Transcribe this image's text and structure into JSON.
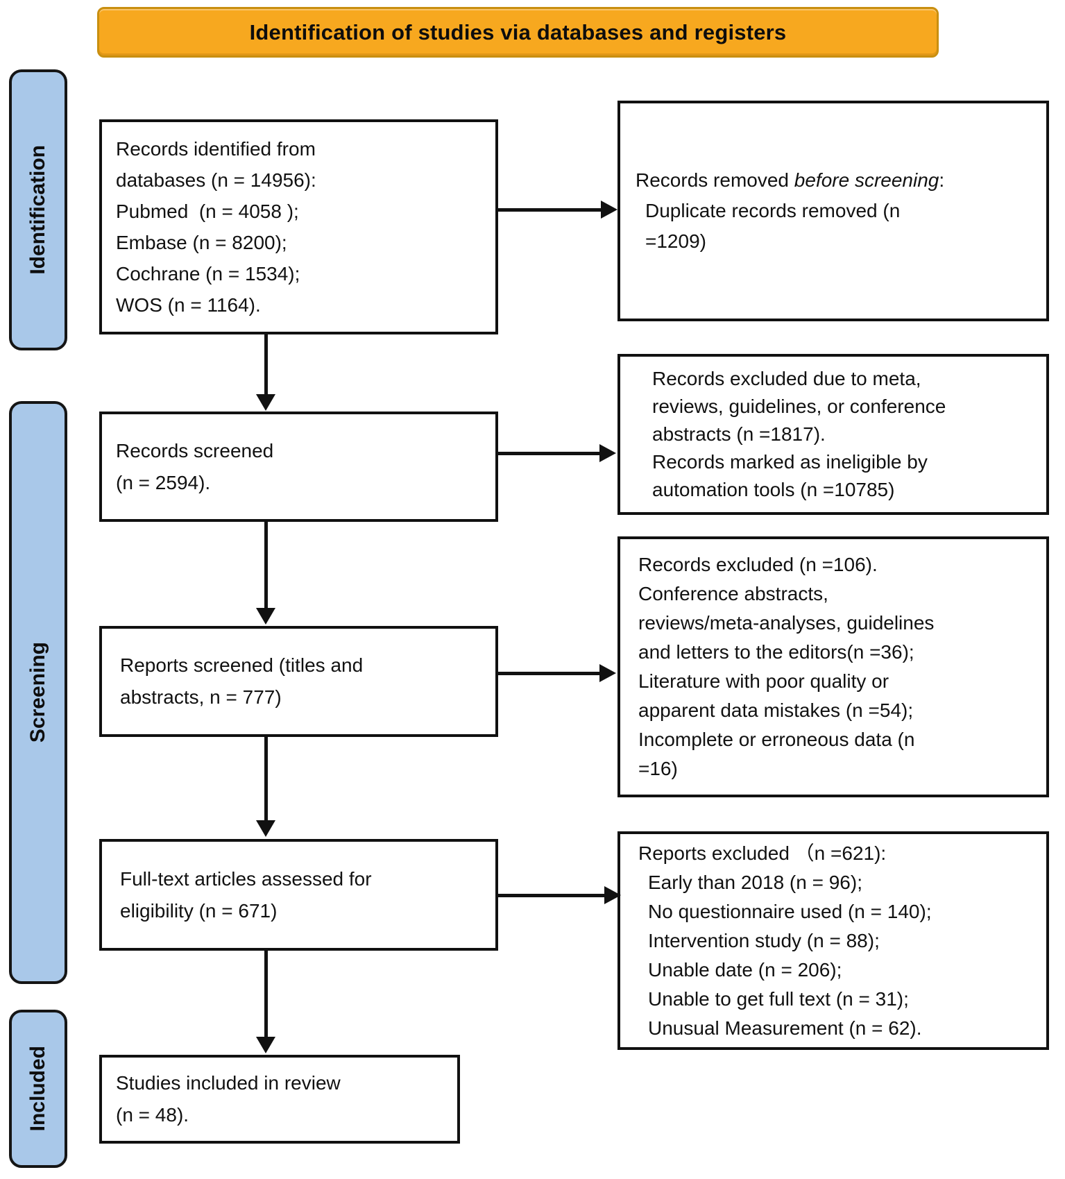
{
  "banner": {
    "title": "Identification of studies via databases and registers"
  },
  "stages": [
    {
      "label": "Identification"
    },
    {
      "label": "Screening"
    },
    {
      "label": "Included"
    }
  ],
  "left_boxes": [
    {
      "name": "records-identified",
      "lines": [
        "Records identified from",
        "databases (n = 14956):",
        "Pubmed  (n = 4058 );",
        "Embase (n = 8200);",
        "Cochrane (n = 1534);",
        "WOS (n = 1164)."
      ]
    },
    {
      "name": "records-screened",
      "lines": [
        "Records screened",
        "(n = 2594)."
      ]
    },
    {
      "name": "reports-screened",
      "lines": [
        "Reports screened (titles and",
        "abstracts, n = 777)"
      ]
    },
    {
      "name": "fulltext-assessed",
      "lines": [
        "Full-text articles assessed for",
        "eligibility (n = 671)"
      ]
    },
    {
      "name": "studies-included",
      "lines": [
        "Studies included in review",
        "(n = 48)."
      ]
    }
  ],
  "right_boxes": [
    {
      "name": "records-removed-before-screening",
      "line1": {
        "prefix": "Records removed ",
        "italic": "before screening",
        "suffix": ":"
      },
      "lines": [
        "Duplicate records removed (n",
        "=1209)"
      ]
    },
    {
      "name": "records-excluded-automation",
      "lines": [
        "Records excluded due to meta,",
        "reviews, guidelines, or conference",
        "abstracts (n =1817).",
        "Records marked as ineligible by",
        "automation tools (n =10785)"
      ]
    },
    {
      "name": "records-excluded-106",
      "lines": [
        "Records excluded (n =106).",
        "Conference abstracts,",
        "reviews/meta-analyses, guidelines",
        "and letters to the editors(n =36);",
        "Literature with poor quality or",
        "apparent data mistakes (n =54);",
        "Incomplete or erroneous data (n",
        "=16)"
      ]
    },
    {
      "name": "reports-excluded-621",
      "lines": [
        "Reports excluded （n =621):",
        "Early than 2018 (n = 96);",
        "No questionnaire used (n = 140);",
        "Intervention study (n = 88);",
        "Unable date (n = 206);",
        "Unable to get full text (n = 31);",
        "Unusual Measurement (n = 62)."
      ]
    }
  ],
  "colors": {
    "banner_fill": "#F7A81F",
    "banner_border": "#C98F10",
    "stage_fill": "#A9C8E9",
    "line": "#111111",
    "background": "#FFFFFF"
  }
}
